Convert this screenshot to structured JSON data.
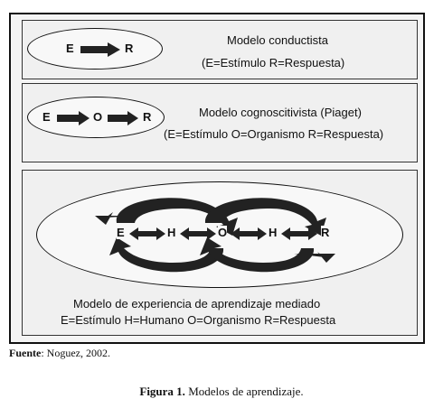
{
  "panel1": {
    "title": "Modelo conductista",
    "legend": "(E=Estímulo   R=Respuesta)",
    "nodes": [
      "E",
      "R"
    ]
  },
  "panel2": {
    "title": "Modelo cognoscitivista (Piaget)",
    "legend": "(E=Estímulo O=Organismo  R=Respuesta)",
    "nodes": [
      "E",
      "O",
      "R"
    ]
  },
  "panel3": {
    "title": "Modelo de experiencia de aprendizaje mediado",
    "legend": "E=Estímulo  H=Humano  O=Organismo  R=Respuesta",
    "nodes": [
      "E",
      "H",
      "O",
      "H",
      "R"
    ]
  },
  "source": {
    "label": "Fuente",
    "text": ": Noguez, 2002."
  },
  "caption": {
    "label": "Figura 1.",
    "text": " Modelos de aprendizaje."
  }
}
